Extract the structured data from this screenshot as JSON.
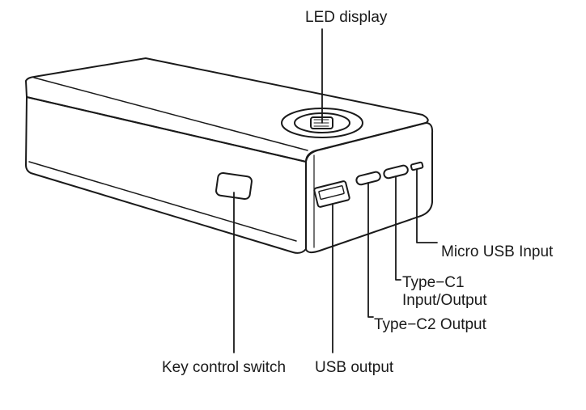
{
  "labels": {
    "led_display": "LED display",
    "micro_usb_input": "Micro USB Input",
    "type_c1_line1": "Type−C1",
    "type_c1_line2": "Input/Output",
    "type_c2_output": "Type−C2 Output",
    "key_control_switch": "Key control switch",
    "usb_output": "USB output"
  }
}
